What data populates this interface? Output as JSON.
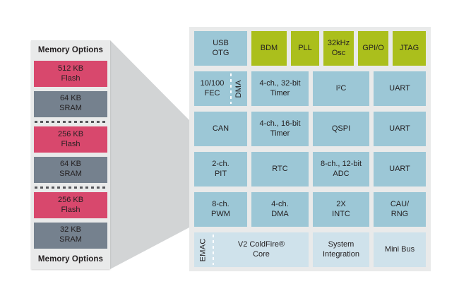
{
  "diagram": {
    "memory_panel": {
      "title_top": "Memory Options",
      "title_bottom": "Memory Options",
      "blocks": [
        {
          "label": "512 KB\nFlash",
          "type": "flash"
        },
        {
          "label": "64 KB\nSRAM",
          "type": "sram"
        },
        {
          "label": "256 KB\nFlash",
          "type": "flash"
        },
        {
          "label": "64 KB\nSRAM",
          "type": "sram"
        },
        {
          "label": "256 KB\nFlash",
          "type": "flash"
        },
        {
          "label": "32 KB\nSRAM",
          "type": "sram"
        }
      ]
    },
    "soc_panel": {
      "row1": {
        "usb": "USB\nOTG",
        "bdm": "BDM",
        "pll": "PLL",
        "osc": "32kHz\nOsc",
        "gpio": "GPI/O",
        "jtag": "JTAG"
      },
      "row2": {
        "fec": "10/100\nFEC",
        "dma": "DMA",
        "timer32": "4-ch., 32-bit\nTimer",
        "i2c": "I²C",
        "uart": "UART"
      },
      "row3": {
        "can": "CAN",
        "timer16": "4-ch., 16-bit\nTimer",
        "qspi": "QSPI",
        "uart": "UART"
      },
      "row4": {
        "pit": "2-ch.\nPIT",
        "rtc": "RTC",
        "adc": "8-ch., 12-bit\nADC",
        "uart": "UART"
      },
      "row5": {
        "pwm": "8-ch.\nPWM",
        "dma4": "4-ch.\nDMA",
        "intc": "2X\nINTC",
        "cau": "CAU/\nRNG"
      },
      "row6": {
        "emac": "EMAC",
        "core": "V2 ColdFire®\nCore",
        "sysint": "System\nIntegration",
        "minibus": "Mini Bus"
      }
    },
    "colors": {
      "flash": "#d8486d",
      "sram": "#75818e",
      "peripheral_blue": "#9cc7d6",
      "control_green": "#abbf1c",
      "core_light_blue": "#cfe2eb",
      "panel_bg": "#e9eaea",
      "beam_gray": "#d2d4d5",
      "text": "#231f20"
    }
  }
}
